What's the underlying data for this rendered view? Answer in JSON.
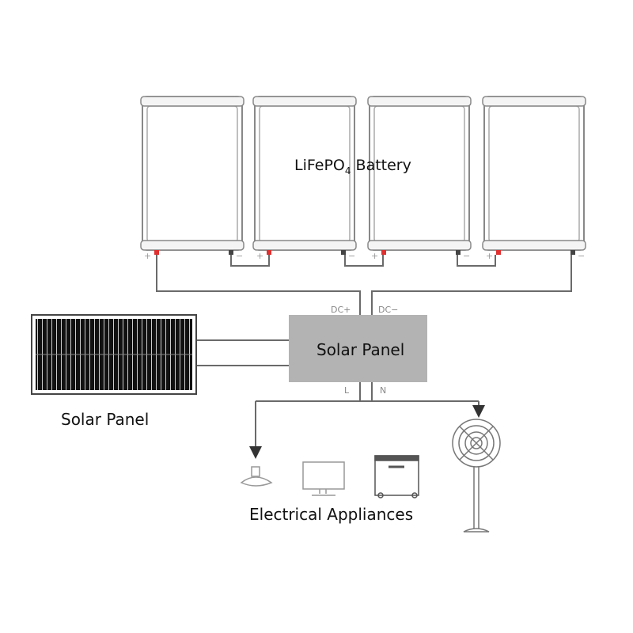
{
  "battery": {
    "label_main": "LiFePO",
    "label_sub": "4",
    "label_rest": " Battery",
    "count": 4,
    "plus": "+",
    "minus": "−"
  },
  "inverter": {
    "label": "Solar Panel",
    "dc_plus": "DC+",
    "dc_minus": "DC−",
    "l": "L",
    "n": "N",
    "color": "#b3b3b3"
  },
  "solar_panel": {
    "label": "Solar Panel"
  },
  "appliances": {
    "label": "Electrical Appliances",
    "items": [
      "ceiling-lamp",
      "monitor",
      "power-station",
      "standing-fan"
    ]
  },
  "colors": {
    "wire": "#6a6a6a",
    "terminal_plus": "#e03030"
  }
}
